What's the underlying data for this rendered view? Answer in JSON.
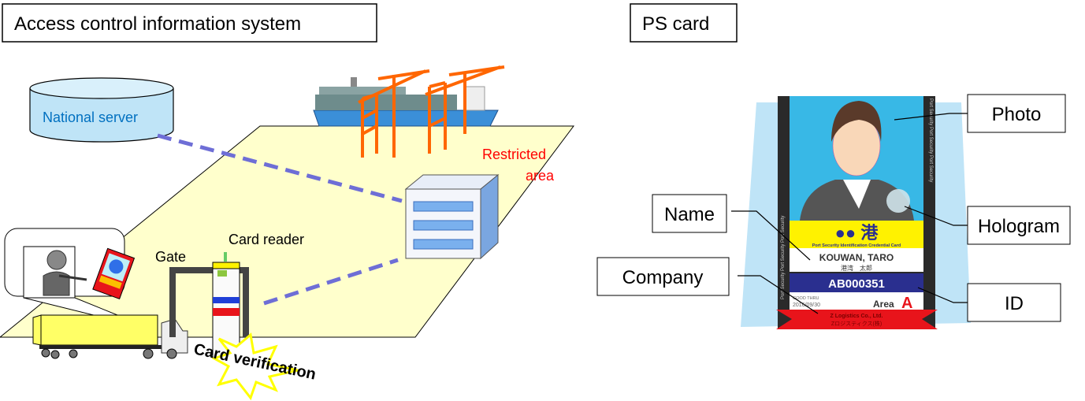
{
  "left_panel": {
    "title": "Access control information system",
    "national_server": "National  server",
    "restricted_area_line1": "Restricted",
    "restricted_area_line2": "area",
    "gate": "Gate",
    "card_reader": "Card reader",
    "card_verification": "Card verification"
  },
  "right_panel": {
    "title": "PS card",
    "callouts": {
      "photo": "Photo",
      "hologram": "Hologram",
      "name": "Name",
      "company": "Company",
      "id": "ID"
    },
    "card": {
      "header_mark": "●● 港",
      "header_subtitle": "Port Security Identification Credential  Card",
      "name_en": "KOUWAN, TARO",
      "name_jp": "港湾　太郎",
      "id_number": "AB000351",
      "good_thru_label": "GOOD THRU",
      "good_thru_date": "2016/09/30",
      "area_label": "Area",
      "area_value": "A",
      "company_en": "Z Logistics Co., Ltd.",
      "company_jp": "Zロジスティクス(株)",
      "side_text": "Port Security Port Security Port Security"
    }
  },
  "colors": {
    "restricted_area_fill": "#ffffcc",
    "restricted_text": "#ff0000",
    "dashed_link": "#6e6ed6",
    "crane": "#ff6600",
    "server_fill": "#bfe4f7",
    "server_text": "#0070c0",
    "card_blue_band": "#2a2f8f",
    "card_yellow_band": "#fff200",
    "card_red_band": "#e8141b"
  }
}
